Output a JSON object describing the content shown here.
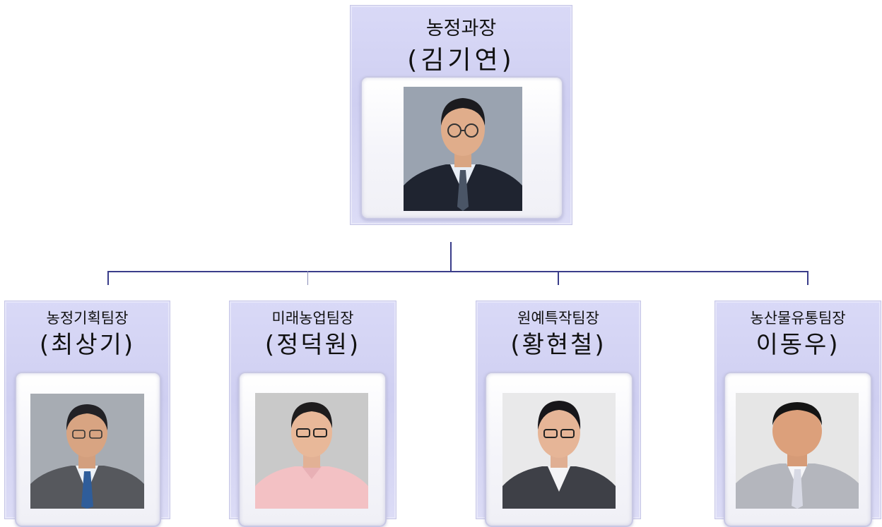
{
  "head": {
    "title": "농정과장",
    "name": "(김기연)",
    "photo_icon": "portrait-man-gray-suit-glasses",
    "bg": "#9aa3b0"
  },
  "teams": [
    {
      "title": "농정기획팀장",
      "name": "(최상기)",
      "photo_icon": "portrait-man-gray-suit",
      "bg": "#a7acb3"
    },
    {
      "title": "미래농업팀장",
      "name": "(정덕원)",
      "photo_icon": "portrait-man-pink-shirt-glasses",
      "bg": "#c9c9c9"
    },
    {
      "title": "원예특작팀장",
      "name": "(황현철)",
      "photo_icon": "portrait-man-dark-suit-glasses",
      "bg": "#e9e9ea"
    },
    {
      "title": "농산물유통팀장",
      "name": "이동우)",
      "photo_icon": "portrait-man-light-suit",
      "bg": "#e6e6e6"
    }
  ],
  "colors": {
    "card": "#d3d3f3",
    "connector": "#3a3d8a"
  }
}
